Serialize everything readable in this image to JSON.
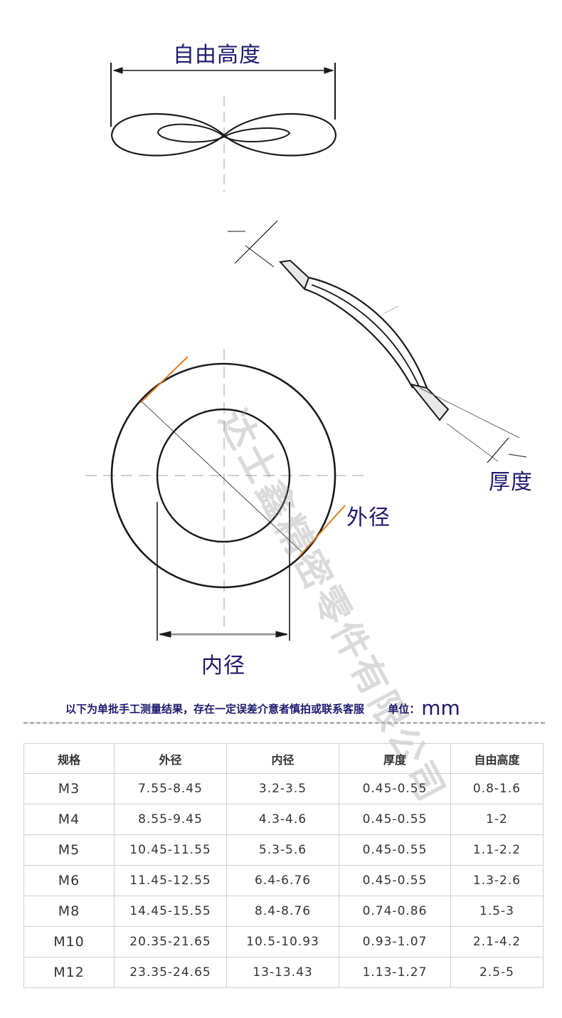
{
  "diagram": {
    "labels": {
      "free_height": "自由高度",
      "thickness": "厚度",
      "outer_diameter": "外径",
      "inner_diameter": "内径"
    },
    "watermark": "达士鑫精密零件有限公司",
    "colors": {
      "label": "#1f1a6e",
      "leader_line": "#e07b1a",
      "line": "#1a1a1a",
      "center_line": "#bdbdbd"
    }
  },
  "note": {
    "text": "以下为单批手工测量结果，存在一定误差介意者慎拍或联系客服",
    "unit_label": "单位：",
    "unit": "mm"
  },
  "table": {
    "headers": [
      "规格",
      "外径",
      "内径",
      "厚度",
      "自由高度"
    ],
    "rows": [
      [
        "M3",
        "7.55-8.45",
        "3.2-3.5",
        "0.45-0.55",
        "0.8-1.6"
      ],
      [
        "M4",
        "8.55-9.45",
        "4.3-4.6",
        "0.45-0.55",
        "1-2"
      ],
      [
        "M5",
        "10.45-11.55",
        "5.3-5.6",
        "0.45-0.55",
        "1.1-2.2"
      ],
      [
        "M6",
        "11.45-12.55",
        "6.4-6.76",
        "0.45-0.55",
        "1.3-2.6"
      ],
      [
        "M8",
        "14.45-15.55",
        "8.4-8.76",
        "0.74-0.86",
        "1.5-3"
      ],
      [
        "M10",
        "20.35-21.65",
        "10.5-10.93",
        "0.93-1.07",
        "2.1-4.2"
      ],
      [
        "M12",
        "23.35-24.65",
        "13-13.43",
        "1.13-1.27",
        "2.5-5"
      ]
    ]
  }
}
